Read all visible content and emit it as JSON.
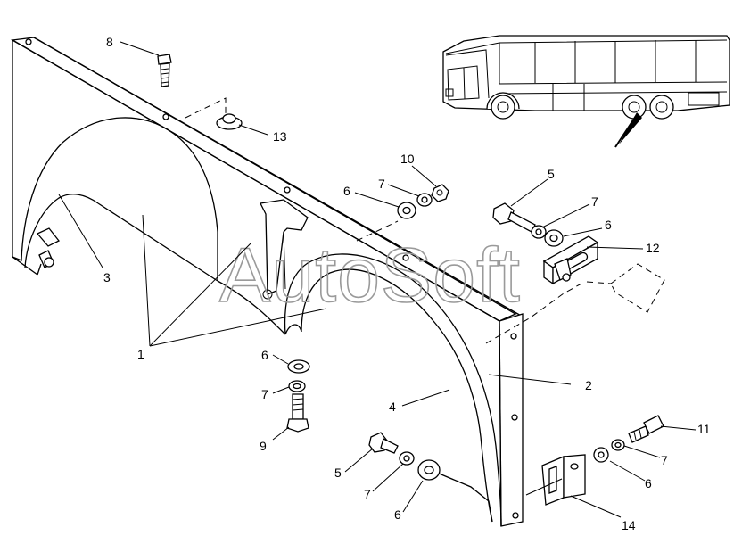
{
  "watermark": "AutoSoft",
  "callouts": {
    "c1": "1",
    "c2": "2",
    "c3": "3",
    "c4": "4",
    "c5a": "5",
    "c5b": "5",
    "c6a": "6",
    "c6b": "6",
    "c6c": "6",
    "c6d": "6",
    "c6e": "6",
    "c7a": "7",
    "c7b": "7",
    "c7c": "7",
    "c7d": "7",
    "c7e": "7",
    "c8": "8",
    "c9": "9",
    "c10": "10",
    "c11": "11",
    "c12": "12",
    "c13": "13",
    "c14": "14"
  }
}
